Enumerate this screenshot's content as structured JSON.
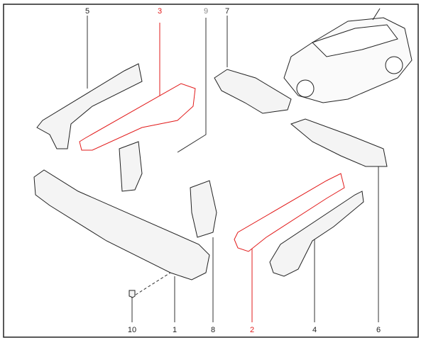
{
  "callouts": {
    "top": [
      {
        "number": "5",
        "highlighted": false
      },
      {
        "number": "3",
        "highlighted": true
      },
      {
        "number": "9",
        "highlighted": false
      },
      {
        "number": "7",
        "highlighted": false
      }
    ],
    "bottom": [
      {
        "number": "10",
        "highlighted": false
      },
      {
        "number": "1",
        "highlighted": false
      },
      {
        "number": "8",
        "highlighted": false
      },
      {
        "number": "2",
        "highlighted": true
      },
      {
        "number": "4",
        "highlighted": false
      },
      {
        "number": "6",
        "highlighted": false
      }
    ]
  },
  "colors": {
    "highlight": "#e21b1b",
    "line": "#222222"
  }
}
